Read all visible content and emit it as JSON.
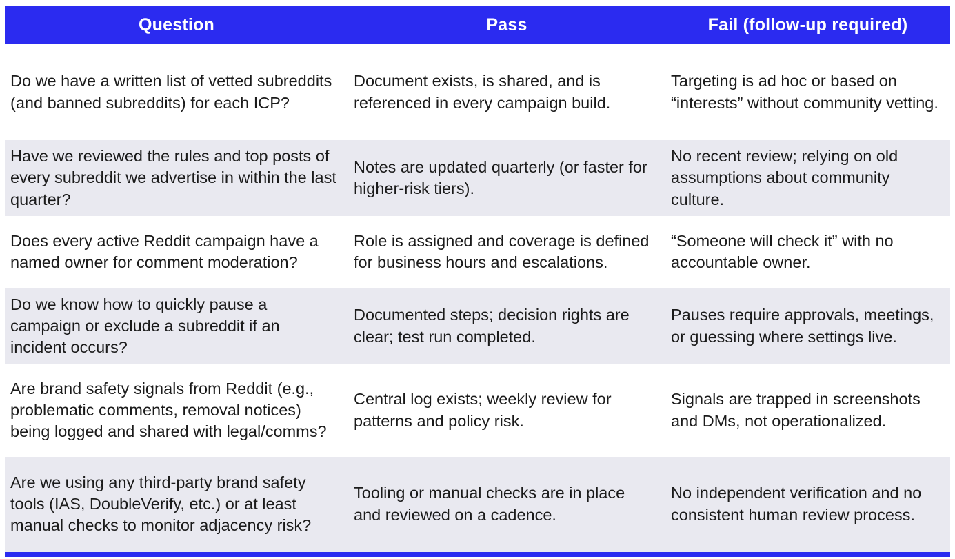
{
  "colors": {
    "header_bg": "#2b2bf0",
    "header_text": "#ffffff",
    "row_alt_bg": "#e9e9f0",
    "body_text": "#1b1b1b"
  },
  "table": {
    "columns": [
      {
        "label": "Question"
      },
      {
        "label": "Pass"
      },
      {
        "label": "Fail (follow-up required)"
      }
    ],
    "rows": [
      {
        "question": "Do we have a written list of vetted subreddits (and banned subreddits) for each ICP?",
        "pass": "Document exists, is shared, and is referenced in every campaign build.",
        "fail": "Targeting is ad hoc or based on “interests” without community vetting."
      },
      {
        "question": "Have we reviewed the rules and top posts of every subreddit we advertise in within the last quarter?",
        "pass": "Notes are updated quarterly (or faster for higher-risk tiers).",
        "fail": "No recent review; relying on old assumptions about community culture."
      },
      {
        "question": "Does every active Reddit campaign have a named owner for comment moderation?",
        "pass": "Role is assigned and coverage is defined for business hours and escalations.",
        "fail": "“Someone will check it” with no accountable owner."
      },
      {
        "question": "Do we know how to quickly pause a campaign or exclude a subreddit if an incident occurs?",
        "pass": "Documented steps; decision rights are clear; test run completed.",
        "fail": "Pauses require approvals, meetings, or guessing where settings live."
      },
      {
        "question": "Are brand safety signals from Reddit (e.g., problematic comments, removal notices) being logged and shared with legal/comms?",
        "pass": "Central log exists; weekly review for patterns and policy risk.",
        "fail": "Signals are trapped in screenshots and DMs, not operationalized."
      },
      {
        "question": "Are we using any third-party brand safety tools (IAS, DoubleVerify, etc.) or at least manual checks to monitor adjacency risk?",
        "pass": "Tooling or manual checks are in place and reviewed on a cadence.",
        "fail": "No independent verification and no consistent human review process."
      }
    ]
  }
}
